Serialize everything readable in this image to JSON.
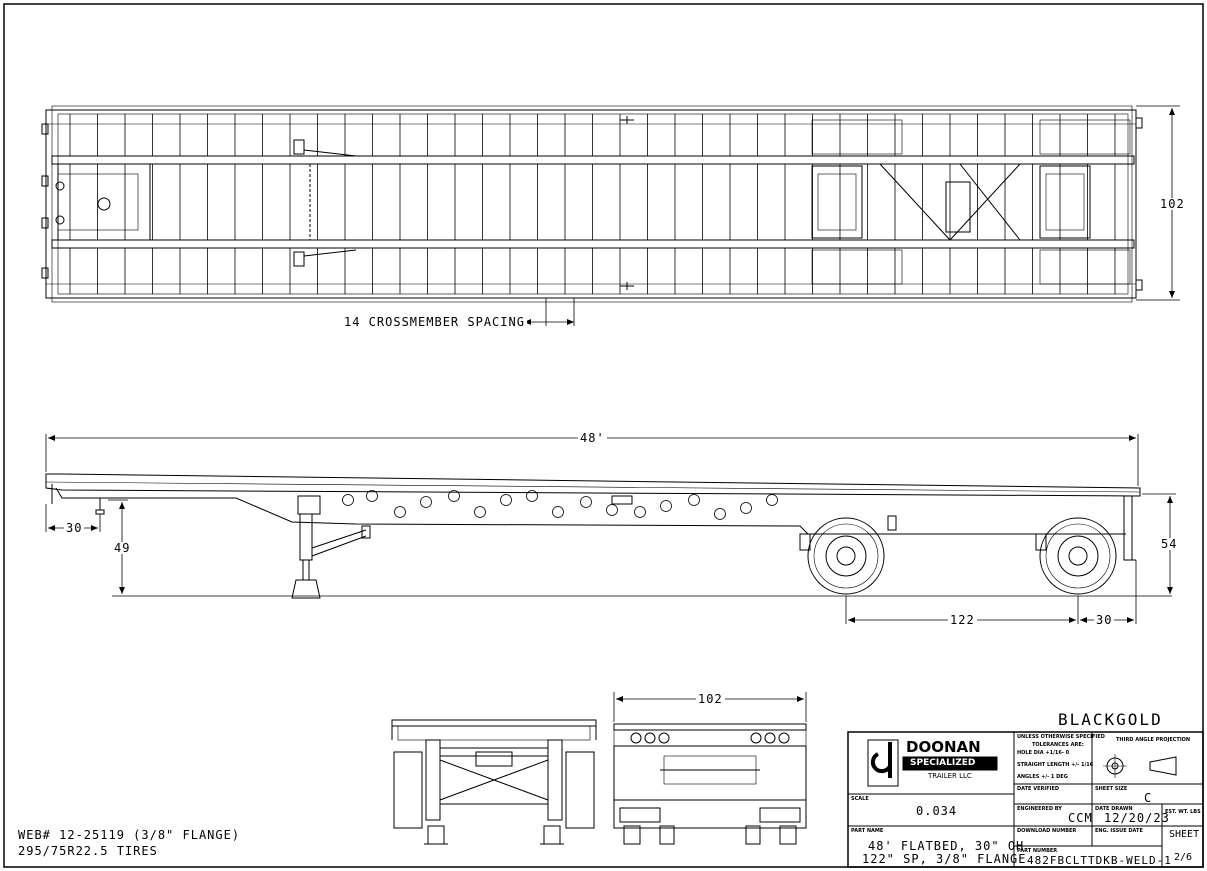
{
  "top_view": {
    "crossmember_label": "14 CROSSMEMBER SPACING",
    "width_dim": "102"
  },
  "side_view": {
    "length_dim": "48'",
    "front_overhang_dim": "30",
    "front_height_dim": "49",
    "rear_height_dim": "54",
    "axle_spread_dim": "122",
    "rear_overhang_dim": "30"
  },
  "rear_view": {
    "width_dim": "102"
  },
  "notes": {
    "line1": "WEB# 12-25119 (3/8\" FLANGE)",
    "line2": "295/75R22.5 TIRES"
  },
  "title_block": {
    "brand": "BLACKGOLD",
    "logo_line1": "DOONAN",
    "logo_line2": "SPECIALIZED",
    "logo_line3": "TRAILER LLC",
    "tolerance_lines": [
      "UNLESS OTHERWISE SPECIFIED",
      "TOLERANCES ARE:",
      "HOLE DIA +1/16- 0",
      "STRAIGHT LENGTH +/- 1/16",
      "ANGLES +/- 1 DEG"
    ],
    "projection_label": "THIRD ANGLE PROJECTION",
    "scale_label": "SCALE",
    "scale_value": "0.034",
    "date_verified_label": "DATE VERIFIED",
    "sheet_size_label": "SHEET SIZE",
    "sheet_size_value": "C",
    "engineered_by_label": "ENGINEERED BY",
    "engineered_by_value": "CCM",
    "date_drawn_label": "DATE DRAWN",
    "date_drawn_value": "12/20/23",
    "est_wt_label": "EST. WT. LBS",
    "part_name_label": "PART NAME",
    "part_name_line1": "48' FLATBED, 30\" OH",
    "part_name_line2": "122\" SP, 3/8\" FLANGE",
    "download_number_label": "DOWNLOAD NUMBER",
    "eng_issue_date_label": "ENG. ISSUE DATE",
    "sheet_label": "SHEET",
    "sheet_value": "2/6",
    "part_number_label": "PART NUMBER",
    "part_number_value": "482FBCLTTDKB-WELD-1"
  }
}
